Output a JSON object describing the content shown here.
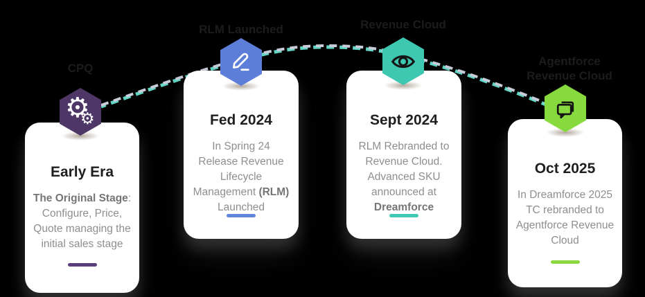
{
  "connector": {
    "color": "#c7ccd8",
    "accent_color": "#62d5c5"
  },
  "stages": [
    {
      "label": "CPQ",
      "icon": "gear-icon",
      "colors": {
        "hex": "#4e3766",
        "accent": "#5a3e7c"
      },
      "title": "Early Era",
      "body": {
        "before": "",
        "strong": "The Original Stage",
        "after": ": Configure, Price, Quote managing the initial sales stage"
      }
    },
    {
      "label": "RLM Launched",
      "icon": "pen-icon",
      "colors": {
        "hex": "#5c7ed9",
        "accent": "#5f86dc"
      },
      "title": "Fed 2024",
      "body": {
        "before": "In Spring 24 Release Revenue Lifecycle Management ",
        "strong": "(RLM)",
        "after": " Launched"
      }
    },
    {
      "label": "Revenue Cloud",
      "icon": "eye-icon",
      "colors": {
        "hex": "#3fc8b1",
        "accent": "#3fc9b4"
      },
      "title": "Sept 2024",
      "body": {
        "before": "RLM Rebranded to Revenue Cloud. Advanced SKU announced at ",
        "strong": "Dreamforce",
        "after": ""
      }
    },
    {
      "label": "Agentforce Revenue Cloud",
      "icon": "chat-icon",
      "colors": {
        "hex": "#87da3e",
        "accent": "#8ed83f"
      },
      "title": "Oct 2025",
      "body": {
        "before": "In Dreamforce 2025 TC rebranded to Agentforce Revenue Cloud",
        "strong": "",
        "after": ""
      }
    }
  ]
}
